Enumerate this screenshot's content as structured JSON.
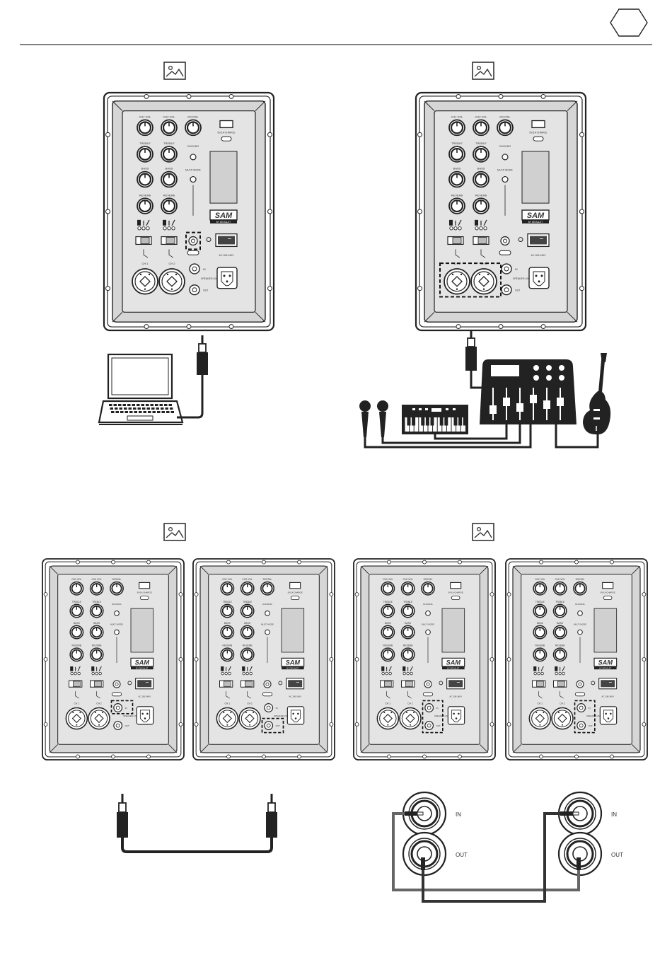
{
  "panel": {
    "labels": {
      "ch1_vol": "CH1 VOL",
      "ch2_vol": "CH2 VOL",
      "digital": "DIGITAL",
      "treble": "TREBLE",
      "bass": "BASS",
      "reverb": "REVERB",
      "ducking": "DUCKING",
      "multi_mode": "MULTI MODE",
      "usb": "USB",
      "charging": "5V/1A CHARGE",
      "logo": "SAM",
      "logo_sub": "BY DEVIALET",
      "power": "AC 100-240V",
      "speaker_link": "SPEAKER LINK",
      "in": "IN",
      "out": "OUT",
      "ch1": "CH 1",
      "ch2": "CH 2"
    }
  },
  "jack_detail": {
    "in_label": "IN",
    "out_label": "OUT"
  }
}
